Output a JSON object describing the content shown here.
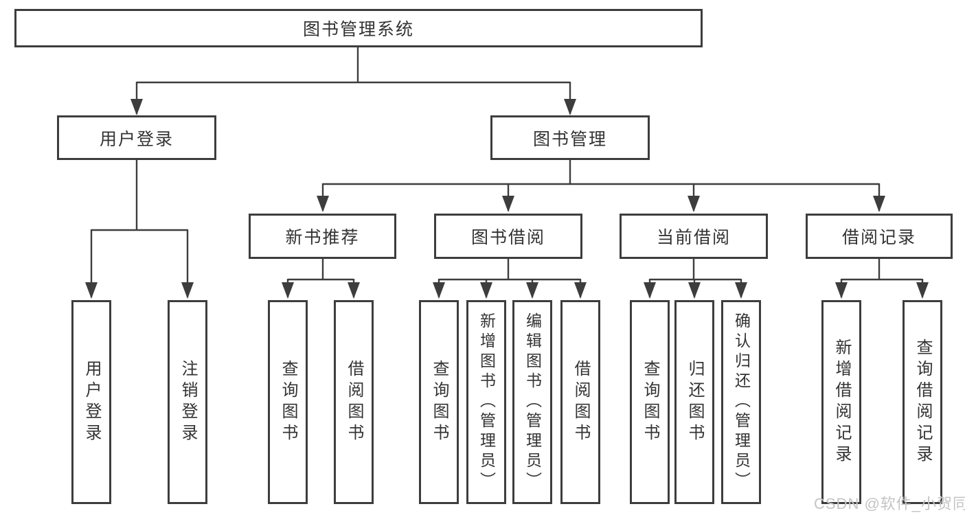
{
  "colors": {
    "line": "#3d3d3d",
    "text": "#333333",
    "watermark": "#c4c4c4",
    "background": "#ffffff"
  },
  "tree": {
    "root": {
      "label": "图书管理系统"
    },
    "branches": [
      {
        "label": "用户登录",
        "children": [
          {
            "label": "用户登录"
          },
          {
            "label": "注销登录"
          }
        ]
      },
      {
        "label": "图书管理",
        "children": [
          {
            "label": "新书推荐",
            "children": [
              {
                "label": "查询图书"
              },
              {
                "label": "借阅图书"
              }
            ]
          },
          {
            "label": "图书借阅",
            "children": [
              {
                "label": "查询图书"
              },
              {
                "label": "新增图书（管理员）"
              },
              {
                "label": "编辑图书（管理员）"
              },
              {
                "label": "借阅图书"
              }
            ]
          },
          {
            "label": "当前借阅",
            "children": [
              {
                "label": "查询图书"
              },
              {
                "label": "归还图书"
              },
              {
                "label": "确认归还（管理员）"
              }
            ]
          },
          {
            "label": "借阅记录",
            "children": [
              {
                "label": "新增借阅记录"
              },
              {
                "label": "查询借阅记录"
              }
            ]
          }
        ]
      }
    ]
  },
  "watermark": {
    "text": "CSDN @软件_小贺同学"
  }
}
